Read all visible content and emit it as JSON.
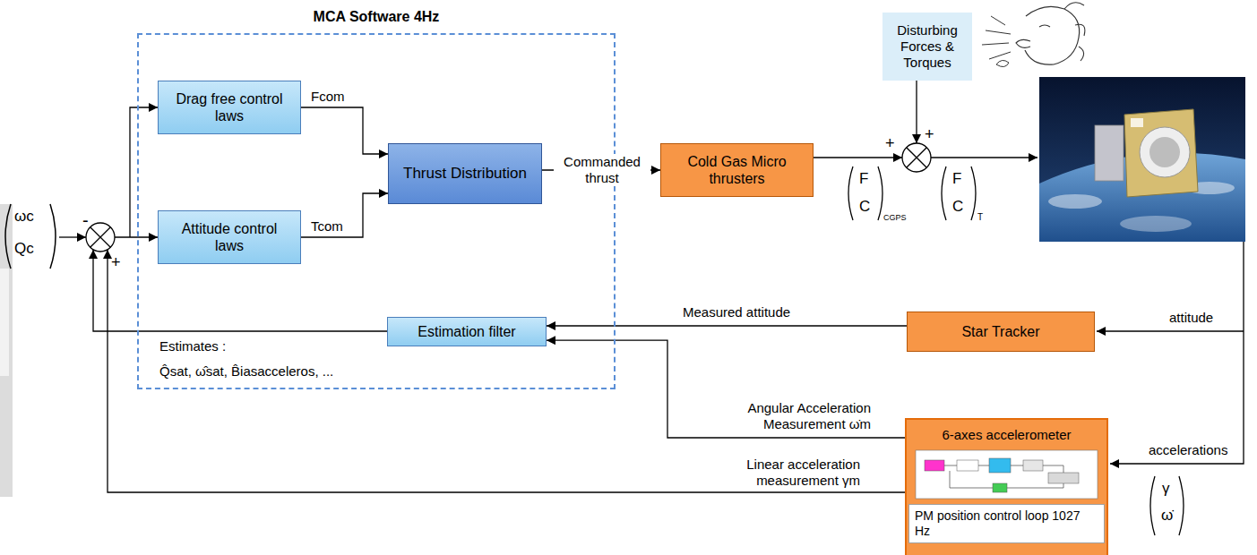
{
  "diagram": {
    "nodes": [
      {
        "text": [
          "MCA Software 4Hz"
        ]
      },
      {
        "text": [
          "Drag free control laws"
        ],
        "in": 0
      },
      {
        "text": [
          "Attitude control laws"
        ],
        "in": 0
      },
      {
        "text": [
          "Thrust Distribution"
        ],
        "in": 0
      },
      {
        "text": [
          "Estimation filter"
        ],
        "in": 0
      },
      {
        "text": [
          "Cold Gas Micro thrusters"
        ]
      },
      {
        "text": [
          "Disturbing Forces & Torques"
        ]
      },
      {
        "text": [
          "Star Tracker"
        ]
      },
      {
        "text": [
          "6-axes accelerometer"
        ]
      },
      {
        "text": [
          "PM position control loop 1027 Hz"
        ],
        "in": 8
      }
    ],
    "edges": [
      {
        "from": 1,
        "to": 3,
        "arrow": "to",
        "label": "Fcom"
      },
      {
        "from": 2,
        "to": 3,
        "arrow": "to",
        "label": "Tcom"
      },
      {
        "from": 3,
        "to": 5,
        "arrow": "to",
        "label": "Commanded thrust"
      },
      {
        "from": 7,
        "to": 4,
        "arrow": "to",
        "label": "Measured attitude"
      },
      {
        "from": 8,
        "to": 4,
        "arrow": "to",
        "label": "Angular Acceleration Measurement ω̇m"
      }
    ],
    "labels": [
      "ωc",
      "Qc",
      "-",
      "+",
      "+",
      "+",
      "F",
      "C",
      "CGPS",
      "F",
      "C",
      "T",
      "attitude",
      "accelerations",
      "γ",
      "ω̇",
      "Estimates :",
      "Q̂sat, ω̂sat, B̂iasacceleros, ...",
      "Linear acceleration measurement γm"
    ]
  }
}
